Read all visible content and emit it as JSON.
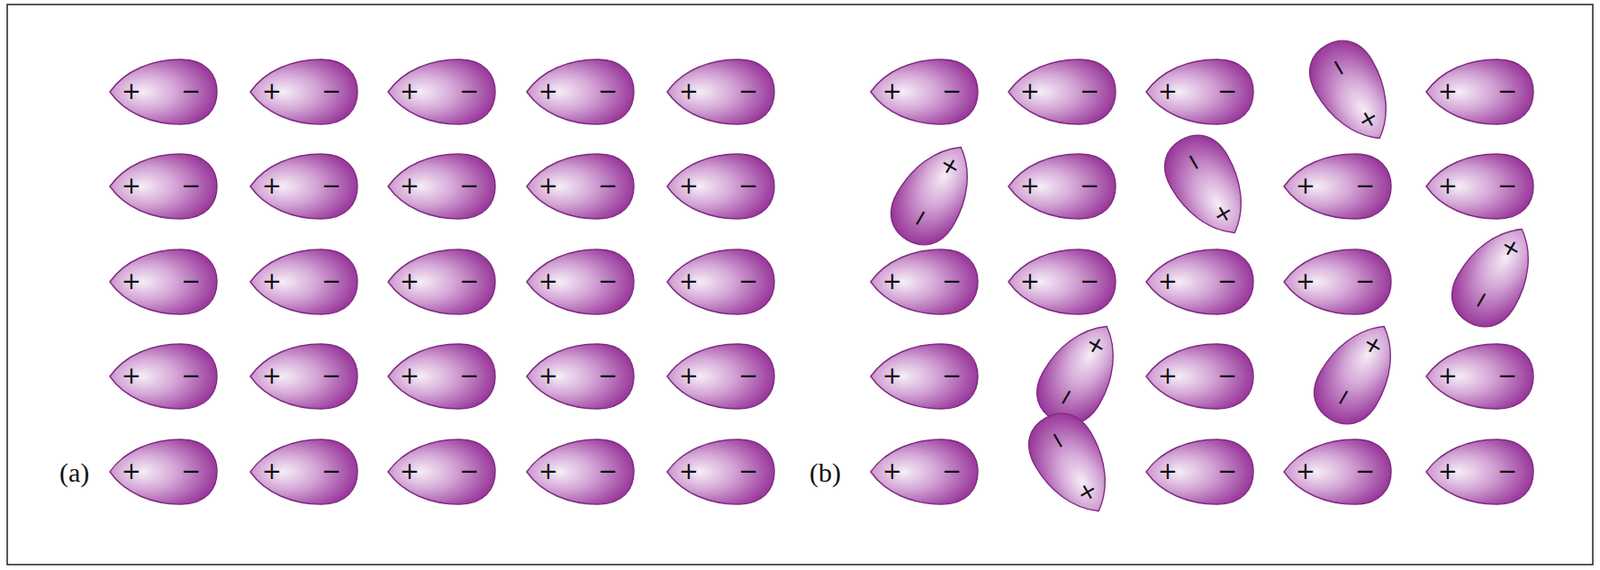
{
  "diagram": {
    "nodes": [
      {
        "text": [
          "+",
          "−"
        ]
      },
      {
        "text": [
          "+",
          "−"
        ]
      },
      {
        "text": [
          "+",
          "−"
        ]
      },
      {
        "text": [
          "+",
          "−"
        ]
      },
      {
        "text": [
          "+",
          "−"
        ]
      },
      {
        "text": [
          "+",
          "−"
        ]
      },
      {
        "text": [
          "+",
          "−"
        ]
      },
      {
        "text": [
          "+",
          "−"
        ]
      },
      {
        "text": [
          "+",
          "−"
        ]
      },
      {
        "text": [
          "+",
          "−"
        ]
      },
      {
        "text": [
          "+",
          "−"
        ]
      },
      {
        "text": [
          "+",
          "−"
        ]
      },
      {
        "text": [
          "+",
          "−"
        ]
      },
      {
        "text": [
          "+",
          "−"
        ]
      },
      {
        "text": [
          "+",
          "−"
        ]
      },
      {
        "text": [
          "+",
          "−"
        ]
      },
      {
        "text": [
          "+",
          "−"
        ]
      },
      {
        "text": [
          "+",
          "−"
        ]
      },
      {
        "text": [
          "+",
          "−"
        ]
      },
      {
        "text": [
          "+",
          "−"
        ]
      },
      {
        "text": [
          "+",
          "−"
        ]
      },
      {
        "text": [
          "+",
          "−"
        ]
      },
      {
        "text": [
          "+",
          "−"
        ]
      },
      {
        "text": [
          "+",
          "−"
        ]
      },
      {
        "text": [
          "+",
          "−"
        ]
      },
      {
        "text": [
          "+",
          "−"
        ]
      },
      {
        "text": [
          "+",
          "−"
        ]
      },
      {
        "text": [
          "+",
          "−"
        ]
      },
      {
        "text": [
          "+",
          "−"
        ]
      },
      {
        "text": [
          "+",
          "−"
        ]
      },
      {
        "text": [
          "+",
          "−"
        ]
      },
      {
        "text": [
          "+",
          "−"
        ]
      },
      {
        "text": [
          "+",
          "−"
        ]
      },
      {
        "text": [
          "+",
          "−"
        ]
      },
      {
        "text": [
          "+",
          "−"
        ]
      },
      {
        "text": [
          "+",
          "−"
        ]
      },
      {
        "text": [
          "+",
          "−"
        ]
      },
      {
        "text": [
          "+",
          "−"
        ]
      },
      {
        "text": [
          "+",
          "−"
        ]
      },
      {
        "text": [
          "+",
          "−"
        ]
      },
      {
        "text": [
          "+",
          "−"
        ]
      },
      {
        "text": [
          "+",
          "−"
        ]
      },
      {
        "text": [
          "+",
          "−"
        ]
      },
      {
        "text": [
          "+",
          "−"
        ]
      },
      {
        "text": [
          "+",
          "−"
        ]
      },
      {
        "text": [
          "+",
          "−"
        ]
      },
      {
        "text": [
          "+",
          "−"
        ]
      },
      {
        "text": [
          "+",
          "−"
        ]
      },
      {
        "text": [
          "+",
          "−"
        ]
      },
      {
        "text": [
          "+",
          "−"
        ]
      }
    ],
    "labels": [
      "(a)",
      "(b)"
    ]
  }
}
